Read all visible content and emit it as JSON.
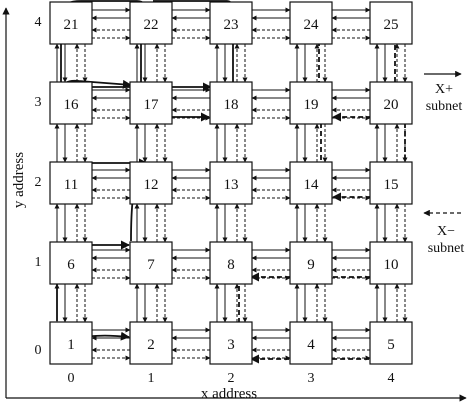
{
  "axes": {
    "x_label": "x address",
    "y_label": "y address",
    "x_ticks": [
      "0",
      "1",
      "2",
      "3",
      "4"
    ],
    "y_ticks": [
      "0",
      "1",
      "2",
      "3",
      "4"
    ]
  },
  "nodes": [
    {
      "id": "1",
      "x": 0,
      "y": 0
    },
    {
      "id": "2",
      "x": 1,
      "y": 0
    },
    {
      "id": "3",
      "x": 2,
      "y": 0
    },
    {
      "id": "4",
      "x": 3,
      "y": 0
    },
    {
      "id": "5",
      "x": 4,
      "y": 0
    },
    {
      "id": "6",
      "x": 0,
      "y": 1
    },
    {
      "id": "7",
      "x": 1,
      "y": 1
    },
    {
      "id": "8",
      "x": 2,
      "y": 1
    },
    {
      "id": "9",
      "x": 3,
      "y": 1
    },
    {
      "id": "10",
      "x": 4,
      "y": 1
    },
    {
      "id": "11",
      "x": 0,
      "y": 2
    },
    {
      "id": "12",
      "x": 1,
      "y": 2
    },
    {
      "id": "13",
      "x": 2,
      "y": 2
    },
    {
      "id": "14",
      "x": 3,
      "y": 2
    },
    {
      "id": "15",
      "x": 4,
      "y": 2
    },
    {
      "id": "16",
      "x": 0,
      "y": 3
    },
    {
      "id": "17",
      "x": 1,
      "y": 3
    },
    {
      "id": "18",
      "x": 2,
      "y": 3
    },
    {
      "id": "19",
      "x": 3,
      "y": 3
    },
    {
      "id": "20",
      "x": 4,
      "y": 3
    },
    {
      "id": "21",
      "x": 0,
      "y": 4
    },
    {
      "id": "22",
      "x": 1,
      "y": 4
    },
    {
      "id": "23",
      "x": 2,
      "y": 4
    },
    {
      "id": "24",
      "x": 3,
      "y": 4
    },
    {
      "id": "25",
      "x": 4,
      "y": 4
    }
  ],
  "legend": {
    "x_plus": {
      "symbol": "X+",
      "label": "subnet"
    },
    "x_minus": {
      "symbol": "X−",
      "label": "subnet"
    }
  },
  "colors": {
    "line": "#111111",
    "background": "#ffffff"
  }
}
